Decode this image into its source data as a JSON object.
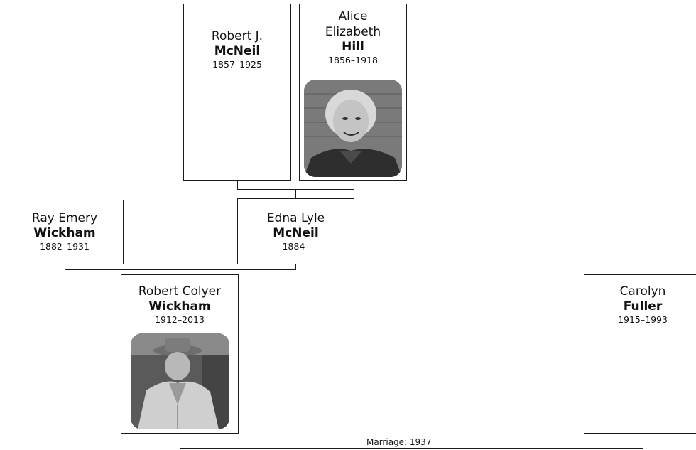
{
  "people": {
    "robert_mcneil": {
      "given": "Robert J.",
      "surname": "McNeil",
      "years": "1857–1925"
    },
    "alice_hill": {
      "given": "Alice\nElizabeth",
      "surname": "Hill",
      "years": "1856–1918",
      "photo": "portrait-older-woman"
    },
    "ray_wickham": {
      "given": "Ray Emery",
      "surname": "Wickham",
      "years": "1882–1931"
    },
    "edna_mcneil": {
      "given": "Edna Lyle",
      "surname": "McNeil",
      "years": "1884–"
    },
    "robert_wickham": {
      "given": "Robert Colyer",
      "surname": "Wickham",
      "years": "1912–2013",
      "photo": "portrait-man-in-hat"
    },
    "carolyn_fuller": {
      "given": "Carolyn",
      "surname": "Fuller",
      "years": "1915–1993"
    }
  },
  "marriage": {
    "label": "Marriage: 1937"
  }
}
